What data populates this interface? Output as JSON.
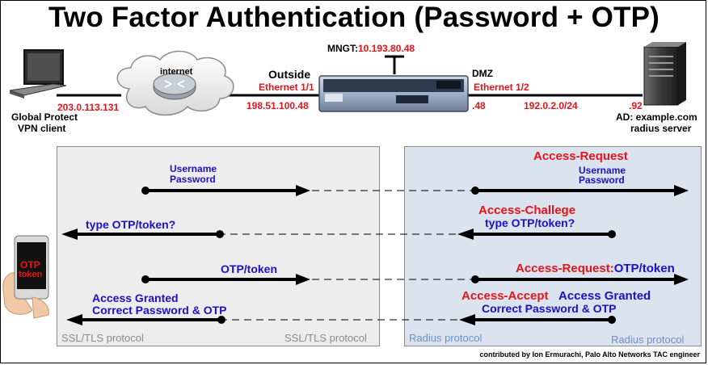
{
  "title": "Two Factor Authentication (Password + OTP)",
  "network": {
    "client": {
      "ip": "203.0.113.131",
      "label_line1": "Global Protect",
      "label_line2": "VPN client"
    },
    "internet_label": "internet",
    "firewall": {
      "mgmt_label": "MNGT:",
      "mgmt_ip": "10.193.80.48",
      "outside_zone": "Outside",
      "outside_interface": "Ethernet 1/1",
      "outside_ip": "198.51.100.48",
      "dmz_zone": "DMZ",
      "dmz_interface": "Ethernet 1/2",
      "dmz_ip": ".48"
    },
    "dmz_subnet": "192.0.2.0/24",
    "server": {
      "ip": ".92",
      "label_line1": "AD: example.com",
      "label_line2": "radius server"
    }
  },
  "phone_label_line1": "OTP",
  "phone_label_line2": "token",
  "left_panel_label": "SSL/TLS protocol",
  "left_panel_label_right": "SSL/TLS protocol",
  "right_panel_label_left": "Radius protocol",
  "right_panel_label_right": "Radius protocol",
  "steps": [
    {
      "client_line1": "Username",
      "client_line2": "Password",
      "radius_type": "Access-Request",
      "radius_line1": "Username",
      "radius_line2": "Password"
    },
    {
      "client_line1": "type OTP/token?",
      "radius_type": "Access-Challege",
      "radius_line1": "type OTP/token?"
    },
    {
      "client_line1": "OTP/token",
      "radius_type": "Access-Request:",
      "radius_line1": "OTP/token"
    },
    {
      "client_line1": "Access Granted",
      "client_line2": "Correct Password & OTP",
      "radius_type": "Access-Accept",
      "radius_line1": "Access Granted",
      "radius_line2": "Correct Password & OTP"
    }
  ],
  "credit": "contributed by Ion Ermurachi, Palo Alto Networks TAC engineer",
  "colors": {
    "red": "#e8131a",
    "blue": "#1c10c8",
    "ssl_panel": "#ededed",
    "radius_panel": "#dbe3ee"
  }
}
